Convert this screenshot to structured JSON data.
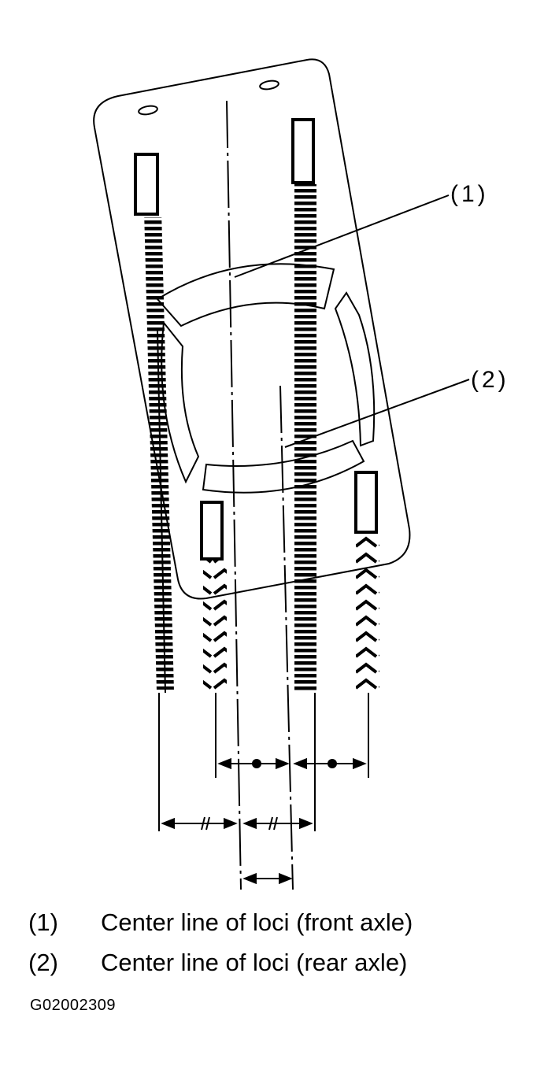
{
  "diagram": {
    "callouts": [
      {
        "id": "1",
        "label": "(1)"
      },
      {
        "id": "2",
        "label": "(2)"
      }
    ],
    "legend": [
      {
        "num": "(1)",
        "text": "Center line of loci (front axle)"
      },
      {
        "num": "(2)",
        "text": "Center line of loci (rear axle)"
      }
    ],
    "figure_code": "G02002309",
    "dimension_marks": {
      "equal_dot": "•",
      "equal_hash": "#"
    }
  }
}
